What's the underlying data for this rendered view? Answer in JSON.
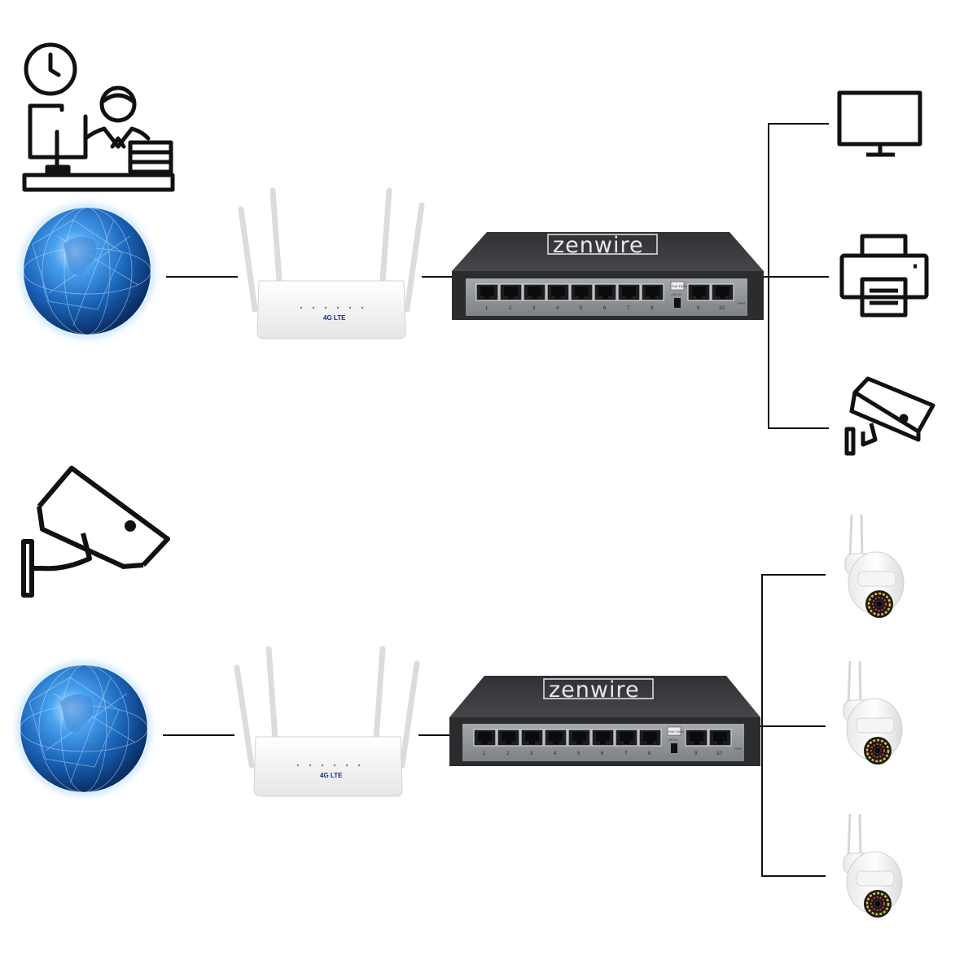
{
  "switch": {
    "brand": "zenwire",
    "port_labels": [
      "1",
      "2",
      "3",
      "4",
      "5",
      "6",
      "7",
      "8",
      "9",
      "10"
    ],
    "power_label": "PWR",
    "tag_label": "PoE 100M",
    "toggle_label": "Off On",
    "colors": {
      "body": "#3b3d40",
      "top": "#2c2e31",
      "front": "#8f9296"
    }
  },
  "router": {
    "badge": "4G LTE",
    "colors": {
      "body": "#f4f4f4"
    }
  },
  "globe": {
    "colors": {
      "core": "#1a63b8",
      "rim": "#0a2e66"
    }
  },
  "icons": {
    "workstation": "office-worker-icon",
    "clock": "clock-icon",
    "monitor": "monitor-icon",
    "printer": "printer-icon",
    "cctv": "cctv-camera-icon",
    "ptz": "ptz-camera-icon"
  },
  "colors": {
    "line": "#111111",
    "icon_stroke": "#111111"
  }
}
